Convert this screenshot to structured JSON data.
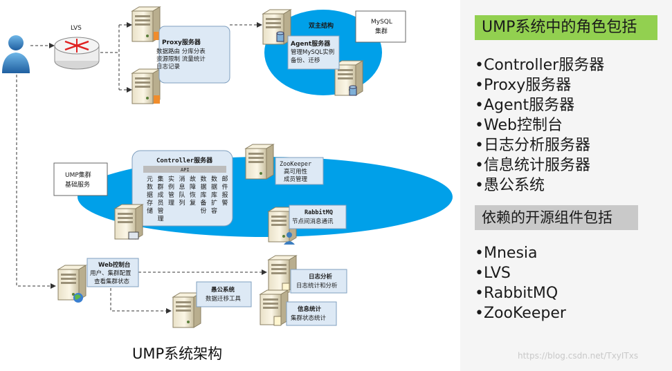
{
  "diagram": {
    "lvs": "LVS",
    "proxy": {
      "title": "Proxy服务器",
      "lines": [
        "数据路由  分库分表",
        "资源限制  流量统计",
        "日志记录"
      ]
    },
    "agent": {
      "cluster_label": "双主结构",
      "title": "Agent服务器",
      "lines": [
        "管理MySQL实例",
        "备份、迁移"
      ]
    },
    "mysql": {
      "line1": "MySQL",
      "line2": "集群"
    },
    "controller": {
      "title": "Controller服务器",
      "api": "API",
      "columns": [
        "元数据存储",
        "集群成员管理",
        "实例管理",
        "消息队列",
        "故障恢复",
        "数据库备份",
        "数据库扩容",
        "邮件报警"
      ]
    },
    "ump_base": {
      "line1": "UMP集群",
      "line2": "基础服务"
    },
    "zookeeper": {
      "title": "ZooKeeper",
      "lines": [
        "高可用性",
        "成员管理"
      ]
    },
    "rabbitmq": {
      "title": "RabbitMQ",
      "lines": [
        "节点间消息通讯"
      ]
    },
    "web": {
      "title": "Web控制台",
      "lines": [
        "用户、集群配置",
        "查看集群状态"
      ]
    },
    "yugong": {
      "title": "愚公系统",
      "lines": [
        "数据迁移工具"
      ]
    },
    "log": {
      "title": "日志分析",
      "lines": [
        "日志统计和分析"
      ]
    },
    "info": {
      "title": "信息统计",
      "lines": [
        "集群状态统计"
      ]
    }
  },
  "panel": {
    "roles_heading": "UMP系统中的角色包括",
    "roles": [
      "Controller服务器",
      "Proxy服务器",
      "Agent服务器",
      "Web控制台",
      "日志分析服务器",
      "信息统计服务器",
      "愚公系统"
    ],
    "deps_heading": "依赖的开源组件包括",
    "deps": [
      "Mnesia",
      "LVS",
      "RabbitMQ",
      "ZooKeeper"
    ]
  },
  "caption": "UMP系统架构",
  "watermark": "https://blog.csdn.net/TxyITxs",
  "colors": {
    "ellipse": "#00a0e9",
    "box": "#dde9f5",
    "box_border": "#7f9fbf",
    "heading_green": "#92d050",
    "heading_gray": "#c9c9c9"
  }
}
